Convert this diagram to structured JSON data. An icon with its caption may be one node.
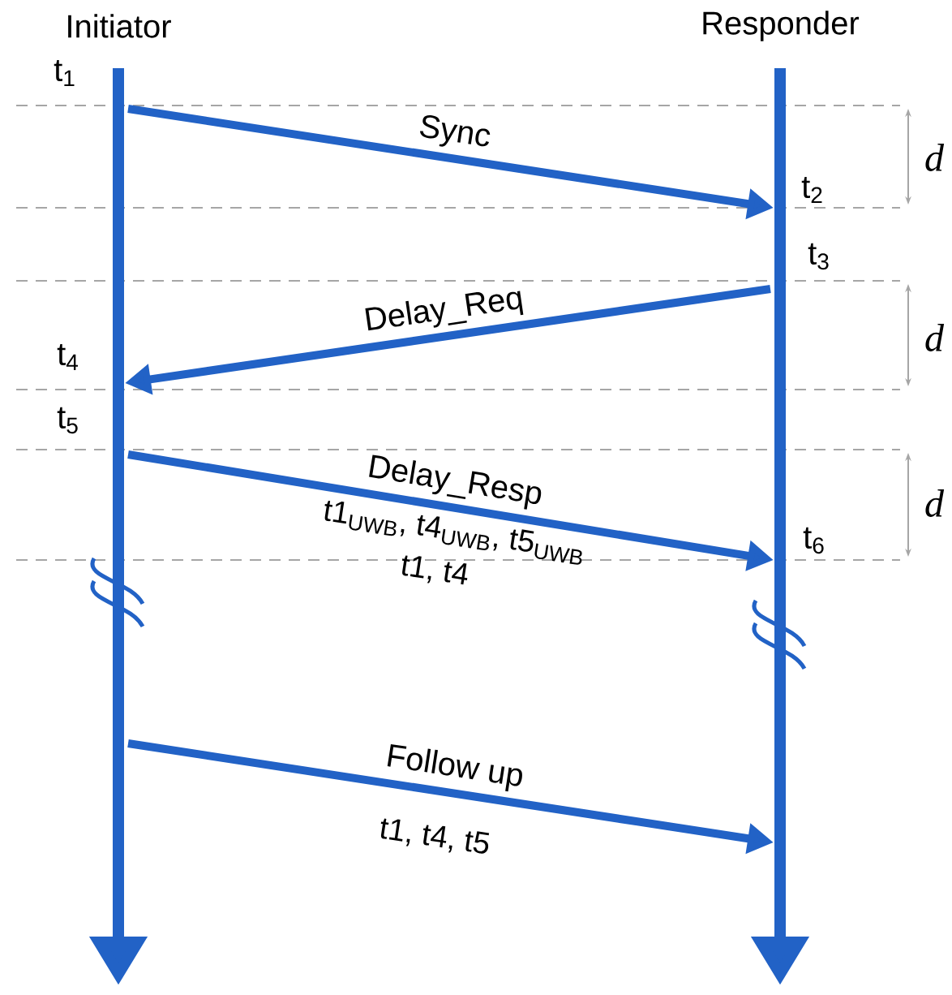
{
  "diagram": {
    "nodes": [
      {
        "text": [
          "Initiator"
        ]
      },
      {
        "text": [
          "Responder"
        ]
      }
    ],
    "edges": [
      {
        "from": 0,
        "to": 1,
        "arrow": "to",
        "label": "Sync"
      },
      {
        "from": 1,
        "to": 0,
        "arrow": "to",
        "label": "Delay_Req"
      },
      {
        "from": 0,
        "to": 1,
        "arrow": "to",
        "label": "Delay_Resp"
      },
      {
        "from": 0,
        "to": 1,
        "arrow": "to",
        "label": "Follow up"
      }
    ],
    "labels": [
      "t$_{1}$",
      "d",
      "t$_{2}$",
      "t$_{3}$",
      "d",
      "t$_{4}$",
      "t$_{5}$",
      "d",
      "t$_{6}$",
      "t1$_{UWB}$, t4$_{UWB}$, t5$_{UWB}$",
      "t1, t4",
      "t1, t4, t5"
    ]
  }
}
